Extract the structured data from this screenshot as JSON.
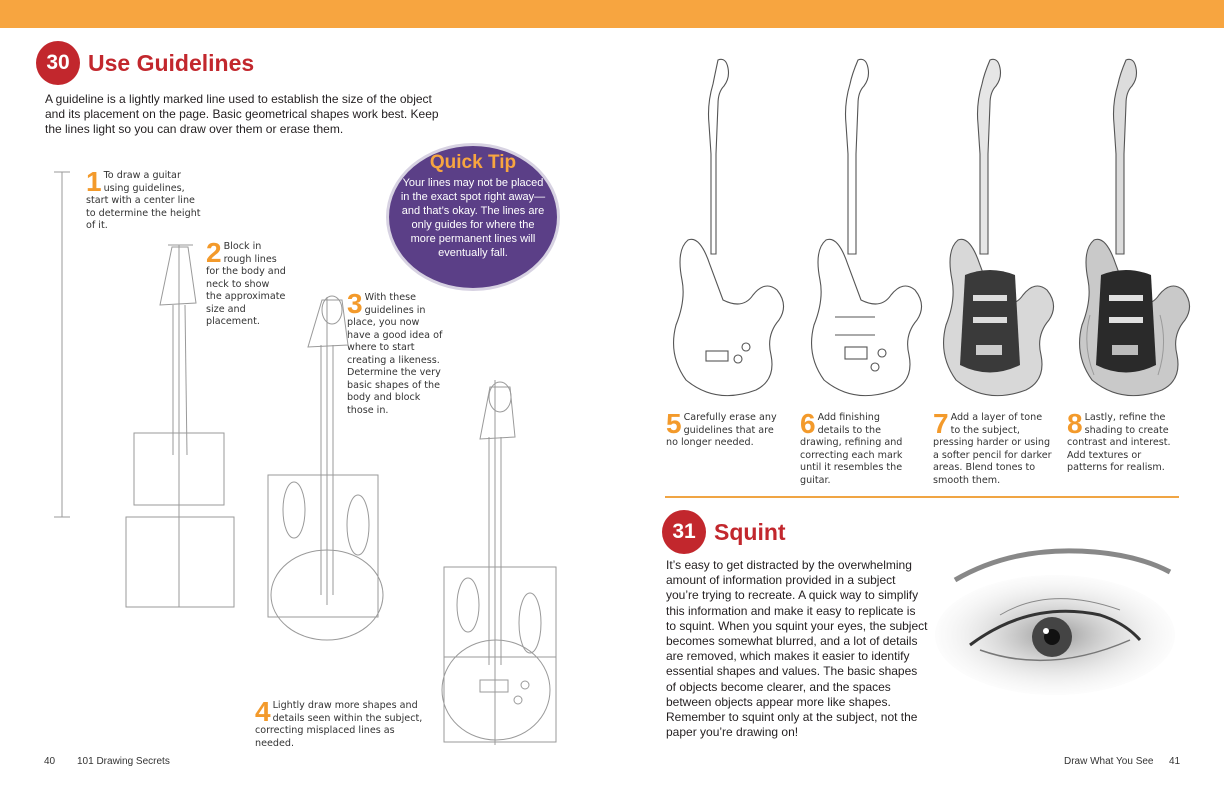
{
  "header": {
    "bar_color": "#f7a540"
  },
  "section30": {
    "number": "30",
    "title": "Use Guidelines",
    "intro": "A guideline is a lightly marked line used to establish the size of the object and its placement on the page. Basic geometrical shapes work best. Keep the lines light so you can draw over them or erase them.",
    "steps": [
      {
        "num": "1",
        "text": "To draw a guitar using guidelines, start with a center line to determine the height of it."
      },
      {
        "num": "2",
        "text": "Block in rough lines for the body and neck to show the approximate size and placement."
      },
      {
        "num": "3",
        "text": "With these guidelines in place, you now have a good idea of where to start creating a likeness. Determine the very basic shapes of the body and block those in."
      },
      {
        "num": "4",
        "text": "Lightly draw more shapes and details seen within the subject, correcting misplaced lines as needed."
      },
      {
        "num": "5",
        "text": "Carefully erase any guidelines that are no longer needed."
      },
      {
        "num": "6",
        "text": "Add finishing details to the drawing, refining and correcting each mark until it resembles the guitar."
      },
      {
        "num": "7",
        "text": "Add a layer of tone to the subject, pressing harder or using a softer pencil for darker areas. Blend tones to smooth them."
      },
      {
        "num": "8",
        "text": "Lastly, refine the shading to create contrast and interest. Add textures or patterns for realism."
      }
    ]
  },
  "quick_tip": {
    "title": "Quick Tip",
    "text": "Your lines may not be placed in the exact spot  right away—and that’s okay. The lines are only guides for where the more permanent lines will eventually fall."
  },
  "section31": {
    "number": "31",
    "title": "Squint",
    "text": "It’s easy to get distracted by the overwhelming amount of information provided in a subject you’re trying to recreate. A quick way to simplify this information and make it easy to replicate is to squint. When you squint your eyes, the subject becomes somewhat blurred, and a lot of details are removed, which makes it easier to identify essential shapes and values. The basic shapes of objects become clearer, and the spaces between objects appear more like shapes. Remember to squint only at the subject, not the paper you’re drawing on!"
  },
  "footer": {
    "left_page": "40",
    "left_title": "101 Drawing Secrets",
    "right_title": "Draw What You See",
    "right_page": "41"
  },
  "colors": {
    "accent_red": "#c2272d",
    "accent_orange": "#f39a2b",
    "tip_purple": "#5b3f87"
  }
}
